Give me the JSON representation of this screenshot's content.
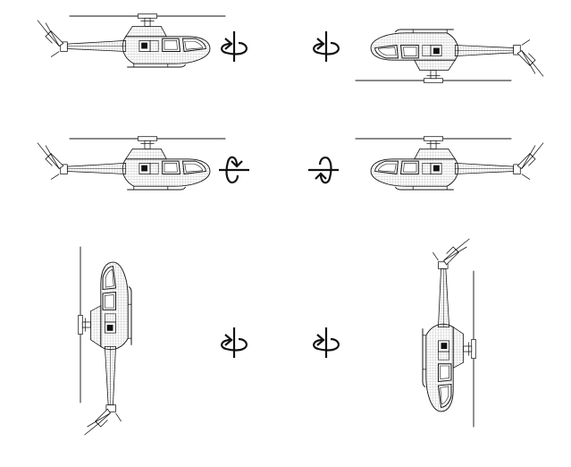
{
  "figure": {
    "colors": {
      "ink": "#111111",
      "paper": "#ffffff",
      "hatch": "#8a8a8a"
    },
    "views": [
      {
        "id": "view-top-left",
        "subject": "helicopter",
        "orientation": "upright",
        "facing": "right"
      },
      {
        "id": "view-top-right",
        "subject": "helicopter",
        "orientation": "upside-down",
        "facing": "left"
      },
      {
        "id": "view-middle-left",
        "subject": "helicopter",
        "orientation": "upright",
        "facing": "right"
      },
      {
        "id": "view-middle-right",
        "subject": "helicopter",
        "orientation": "upright",
        "facing": "left"
      },
      {
        "id": "view-bottom-left",
        "subject": "helicopter",
        "orientation": "nose-up",
        "facing": "up"
      },
      {
        "id": "view-bottom-right",
        "subject": "helicopter",
        "orientation": "nose-down",
        "facing": "down"
      }
    ],
    "rotation_symbols": [
      {
        "id": "symbol-yaw-1",
        "axis": "vertical",
        "icon": "rotation-vertical-axis-icon"
      },
      {
        "id": "symbol-yaw-2",
        "axis": "vertical",
        "icon": "rotation-vertical-axis-icon"
      },
      {
        "id": "symbol-pitch-1",
        "axis": "horizontal",
        "direction": "clockwise",
        "icon": "rotation-horizontal-axis-icon"
      },
      {
        "id": "symbol-pitch-2",
        "axis": "horizontal",
        "direction": "counter-clockwise",
        "icon": "rotation-horizontal-axis-icon"
      },
      {
        "id": "symbol-yaw-3",
        "axis": "vertical",
        "icon": "rotation-vertical-axis-icon"
      },
      {
        "id": "symbol-yaw-4",
        "axis": "vertical",
        "icon": "rotation-vertical-axis-icon"
      }
    ]
  }
}
